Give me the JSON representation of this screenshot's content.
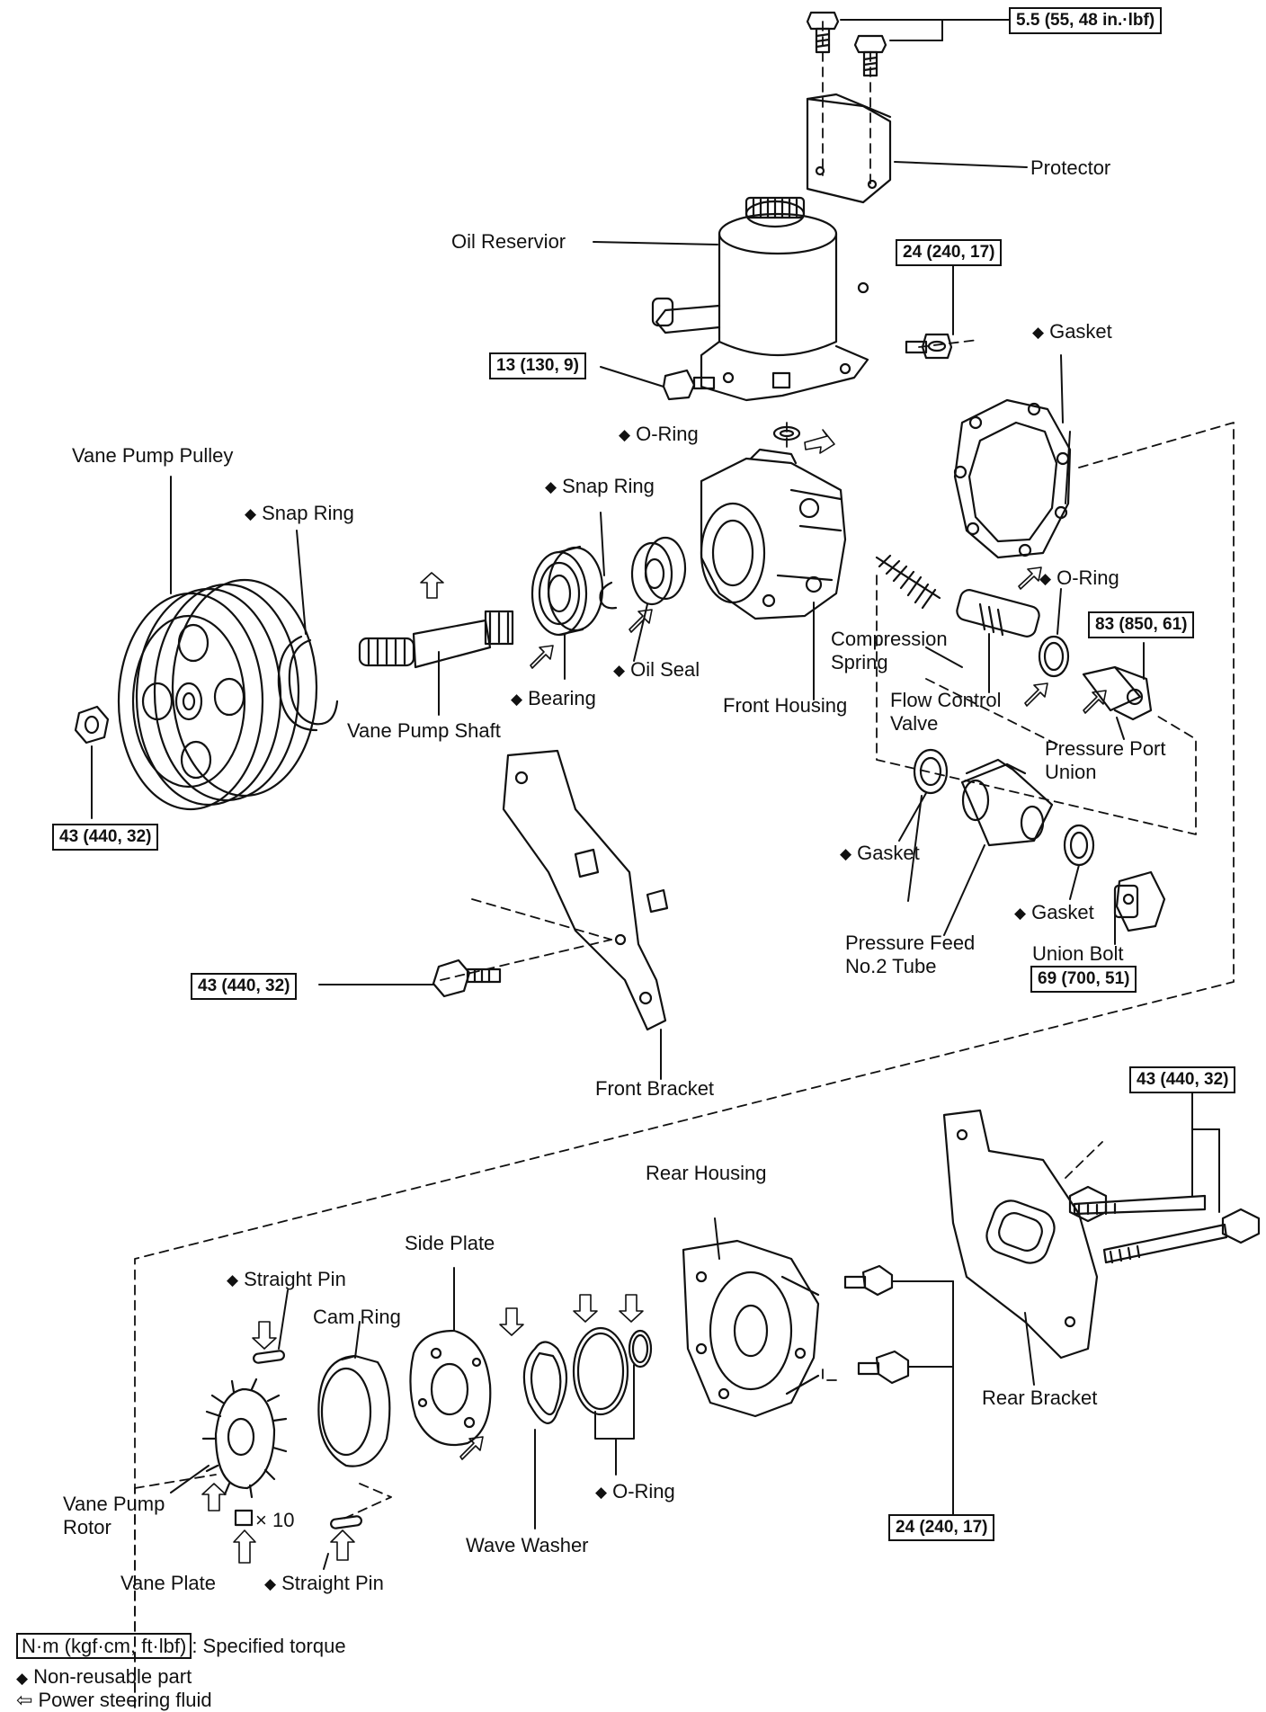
{
  "diagram": {
    "torques": {
      "t_5_5": "5.5 (55, 48 in.·lbf)",
      "t_24_top": "24 (240, 17)",
      "t_13": "13 (130, 9)",
      "t_83": "83 (850, 61)",
      "t_43_pulley": "43 (440, 32)",
      "t_43_bracket": "43 (440, 32)",
      "t_69": "69 (700, 51)",
      "t_43_rear": "43 (440, 32)",
      "t_24_bottom": "24 (240, 17)"
    },
    "labels": {
      "protector": "Protector",
      "oil_reservoir": "Oil Reservior",
      "gasket_top": "Gasket",
      "o_ring_top": "O-Ring",
      "vane_pump_pulley": "Vane Pump Pulley",
      "snap_ring_left": "Snap Ring",
      "snap_ring_mid": "Snap Ring",
      "o_ring_right": "O-Ring",
      "compression_spring": "Compression Spring",
      "oil_seal": "Oil Seal",
      "bearing": "Bearing",
      "front_housing": "Front Housing",
      "flow_control_valve": "Flow Control Valve",
      "pressure_port_union": "Pressure Port Union",
      "vane_pump_shaft": "Vane Pump Shaft",
      "gasket_mid": "Gasket",
      "gasket_right": "Gasket",
      "pressure_feed_tube": "Pressure Feed No.2 Tube",
      "union_bolt": "Union Bolt",
      "front_bracket": "Front Bracket",
      "rear_housing": "Rear Housing",
      "side_plate": "Side Plate",
      "straight_pin_top": "Straight Pin",
      "cam_ring": "Cam Ring",
      "rear_bracket": "Rear Bracket",
      "o_ring_bottom": "O-Ring",
      "vane_pump_rotor": "Vane Pump Rotor",
      "times_10": "× 10",
      "wave_washer": "Wave Washer",
      "vane_plate": "Vane Plate",
      "straight_pin_bottom": "Straight Pin"
    },
    "legend": {
      "torque_unit": "N·m (kgf·cm, ft·lbf)",
      "torque_desc": ": Specified torque",
      "non_reusable": "Non-reusable part",
      "fluid": "Power steering fluid"
    },
    "symbols": {
      "diamond": "◆",
      "arrow": "⇦"
    }
  }
}
